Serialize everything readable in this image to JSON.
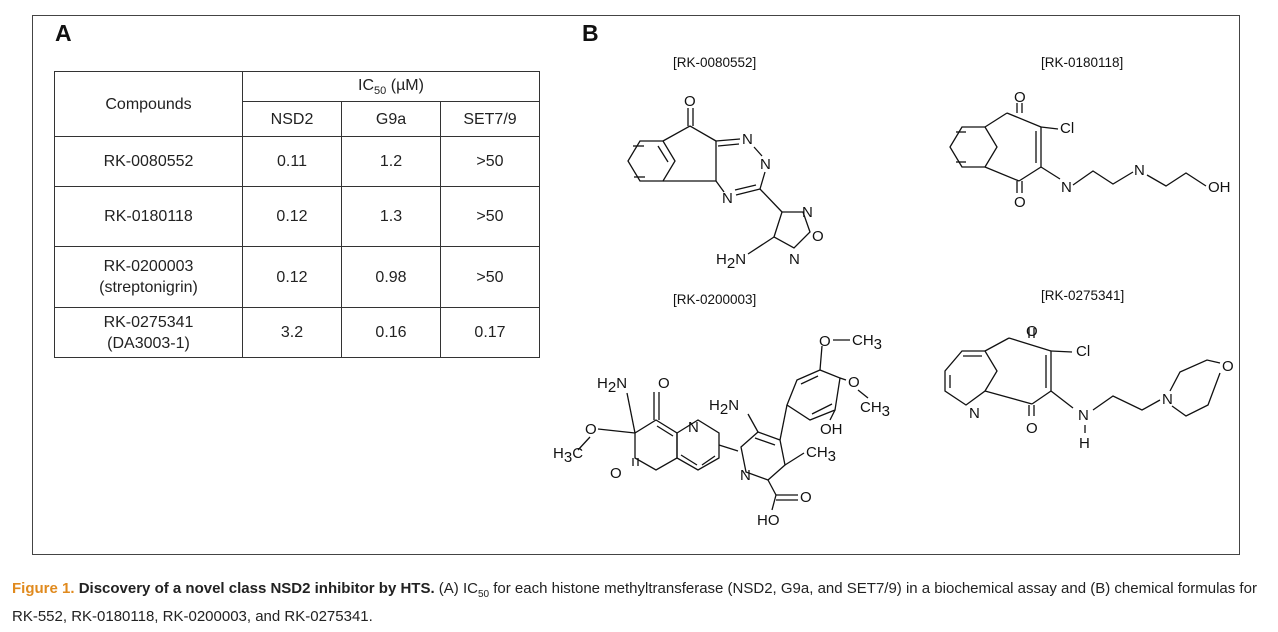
{
  "panels": {
    "a": "A",
    "b": "B"
  },
  "table": {
    "compounds_header": "Compounds",
    "ic50_header": {
      "prefix": "IC",
      "sub": "50",
      "suffix": " (µM)"
    },
    "columns": [
      "NSD2",
      "G9a",
      "SET7/9"
    ],
    "rows": [
      {
        "line1": "RK-0080552",
        "line2": "",
        "values": [
          "0.11",
          "1.2",
          ">50"
        ]
      },
      {
        "line1": "RK-0180118",
        "line2": "",
        "values": [
          "0.12",
          "1.3",
          ">50"
        ]
      },
      {
        "line1": "RK-0200003",
        "line2": "(streptonigrin)",
        "values": [
          "0.12",
          "0.98",
          ">50"
        ]
      },
      {
        "line1": "RK-0275341",
        "line2": "(DA3003-1)",
        "values": [
          "3.2",
          "0.16",
          "0.17"
        ]
      }
    ]
  },
  "structures": {
    "s1": {
      "id": "[RK-0080552]",
      "labels": {
        "o_top": "O",
        "n1": "N",
        "n2": "N",
        "n3": "N",
        "n4": "N",
        "o_ring": "O",
        "n5": "N",
        "h2n": "H",
        "h2n_sub": "2",
        "h2n_n": "N"
      }
    },
    "s2": {
      "id": "[RK-0180118]",
      "labels": {
        "o_top": "O",
        "cl": "Cl",
        "n1": "N",
        "n2": "N",
        "oh": "OH",
        "o_bot": "O"
      }
    },
    "s3": {
      "id": "[RK-0200003]",
      "labels": {
        "h2n_h": "H",
        "h2n_sub": "2",
        "h2n_n": "N",
        "o1": "O",
        "n1": "N",
        "o_me": "O",
        "h3c_h": "H",
        "h3c_sub": "3",
        "h3c_c": "C",
        "o2": "O",
        "h2n2_h": "H",
        "h2n2_sub": "2",
        "h2n2_n": "N",
        "n2": "N",
        "ch3": "CH",
        "ch3_sub": "3",
        "ome1_o": "O",
        "ome1_ch": "CH",
        "ome1_sub": "3",
        "ome2_o": "O",
        "ome2_ch": "CH",
        "ome2_sub": "3",
        "oh": "OH",
        "cooh_o": "O",
        "cooh_ho": "HO"
      }
    },
    "s4": {
      "id": "[RK-0275341]",
      "labels": {
        "o_top": "O",
        "cl": "Cl",
        "n1": "N",
        "n_h": "N",
        "h": "H",
        "n_morph": "N",
        "o_morph": "O",
        "o_bot": "O"
      }
    }
  },
  "caption": {
    "label": "Figure 1.",
    "title": "Discovery of a novel class NSD2 inhibitor by HTS.",
    "text1": " (A) IC",
    "sub": "50",
    "text2": " for each histone methyltransferase (NSD2, G9a, and SET7/9) in a biochemical assay and (B) chemical formulas for RK-552, RK-0180118, RK-0200003, and RK-0275341."
  }
}
